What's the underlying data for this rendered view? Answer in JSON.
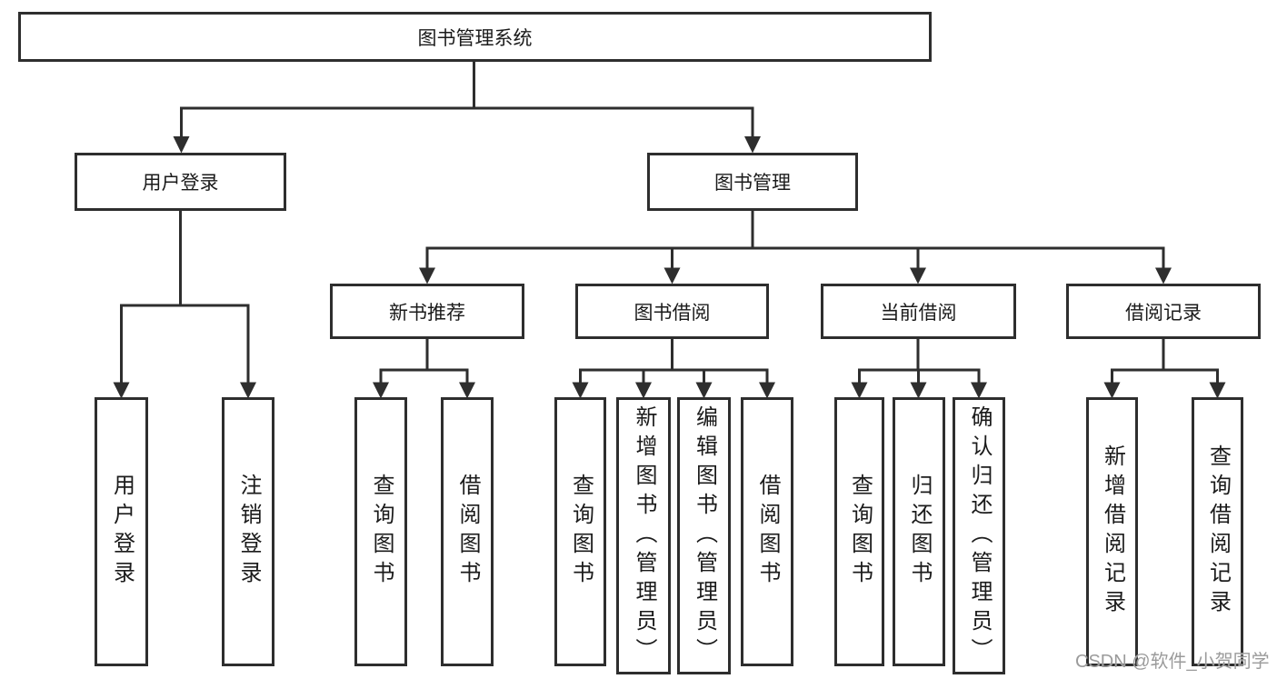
{
  "colors": {
    "line": "#2e2e2e",
    "text": "#1b1b1b",
    "watermark": "#9b9b9b",
    "background": "#ffffff"
  },
  "diagram": {
    "root": {
      "label": "图书管理系统"
    },
    "level2": [
      {
        "label": "用户登录"
      },
      {
        "label": "图书管理"
      }
    ],
    "level3": [
      {
        "label": "新书推荐",
        "parent": "图书管理"
      },
      {
        "label": "图书借阅",
        "parent": "图书管理"
      },
      {
        "label": "当前借阅",
        "parent": "图书管理"
      },
      {
        "label": "借阅记录",
        "parent": "图书管理"
      }
    ],
    "leaves": [
      {
        "label": "用户登录",
        "parent": "用户登录"
      },
      {
        "label": "注销登录",
        "parent": "用户登录"
      },
      {
        "label": "查询图书",
        "parent": "新书推荐"
      },
      {
        "label": "借阅图书",
        "parent": "新书推荐"
      },
      {
        "label": "查询图书",
        "parent": "图书借阅"
      },
      {
        "label": "新增图书（管理员）",
        "parent": "图书借阅"
      },
      {
        "label": "编辑图书（管理员）",
        "parent": "图书借阅"
      },
      {
        "label": "借阅图书",
        "parent": "图书借阅"
      },
      {
        "label": "查询图书",
        "parent": "当前借阅"
      },
      {
        "label": "归还图书",
        "parent": "当前借阅"
      },
      {
        "label": "确认归还（管理员）",
        "parent": "当前借阅"
      },
      {
        "label": "新增借阅记录",
        "parent": "借阅记录"
      },
      {
        "label": "查询借阅记录",
        "parent": "借阅记录"
      }
    ]
  },
  "watermark": {
    "text": "CSDN @软件_小贺同学"
  }
}
